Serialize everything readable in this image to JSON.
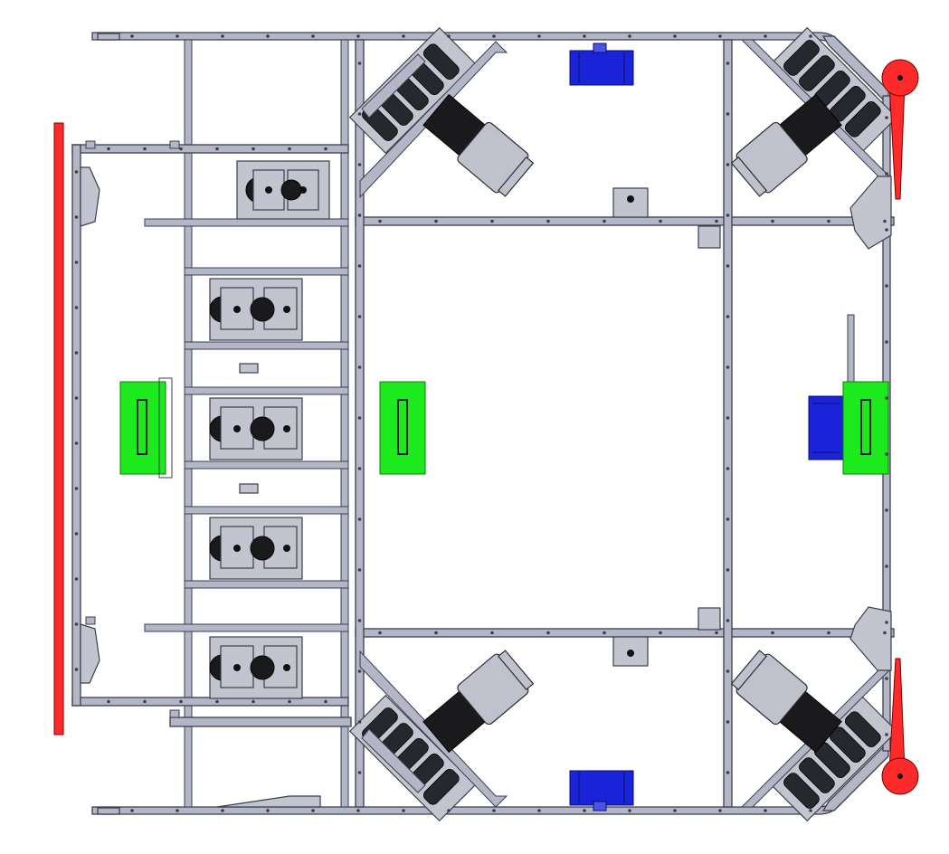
{
  "colors": {
    "frame": "#b2b6c7",
    "frame_outline": "#3c3e48",
    "bumper": "#ff2a2a",
    "electronics": "#1dea1d",
    "motor_blue": "#1a23d8",
    "motor_can": "#1a1a1c",
    "background": "#ffffff"
  },
  "components": {
    "front_bumper": "red-bumper-bar",
    "wheel_modules": [
      "front-left-omni-wheel",
      "front-right-omni-wheel",
      "rear-left-omni-wheel",
      "rear-right-omni-wheel"
    ],
    "drive_motors": [
      "front-left-drive-motor",
      "front-right-drive-motor",
      "rear-left-drive-motor",
      "rear-right-drive-motor"
    ],
    "intake_pulley_pairs": 5,
    "green_boards": [
      "left-green-board",
      "center-green-board",
      "right-green-board"
    ],
    "blue_motors": [
      "top-blue-motor",
      "bottom-blue-motor",
      "right-blue-motor"
    ],
    "red_discs": [
      "top-red-disc",
      "bottom-red-disc"
    ]
  }
}
